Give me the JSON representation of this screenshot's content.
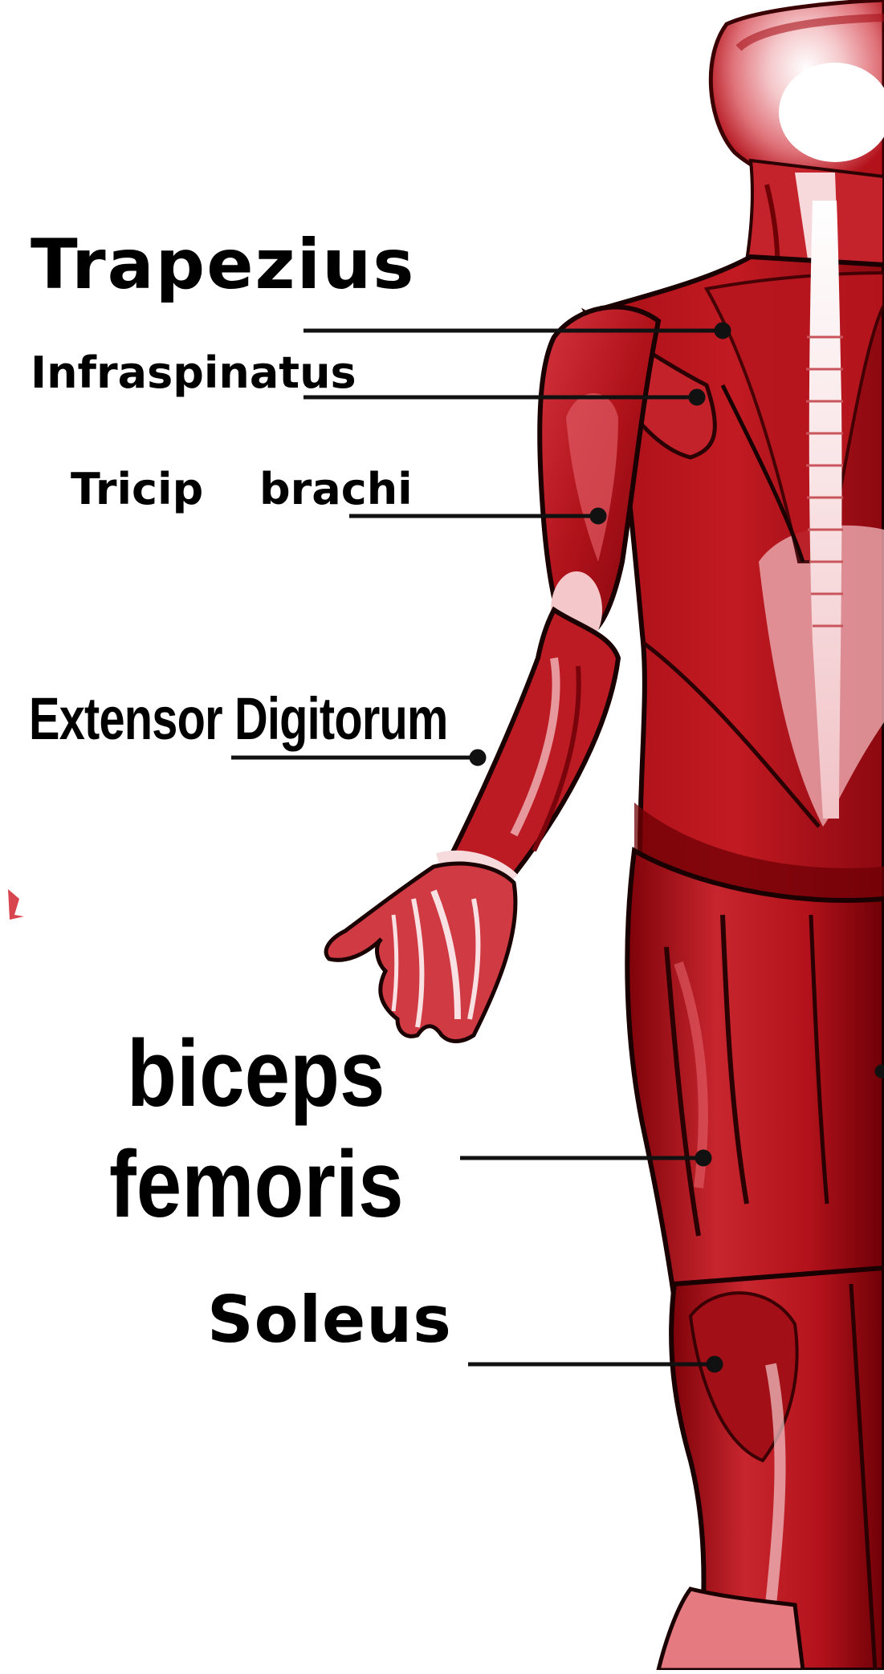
{
  "diagram": {
    "labels": {
      "trapezius": "Trapezius",
      "infraspinatus": "Infraspinatus",
      "triceps_part1": "Tricip",
      "triceps_part2": "brachi",
      "extensor": "Extensor Digitorum",
      "biceps_femoris_line1": "biceps",
      "biceps_femoris_line2": "femoris",
      "soleus": "Soleus"
    },
    "colors": {
      "background": "#ffffff",
      "muscle_dark": "#6e0006",
      "muscle": "#c21a22",
      "muscle_light": "#e46068",
      "tendon": "#f6d6d8",
      "outline": "#1a0000",
      "leader_line": "#111111"
    }
  }
}
